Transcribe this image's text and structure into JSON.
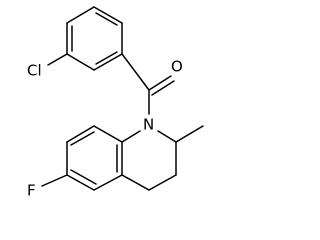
{
  "molecule": {
    "atoms": {
      "chlorine": "Cl",
      "oxygen": "O",
      "nitrogen": "N",
      "fluorine": "F"
    }
  }
}
